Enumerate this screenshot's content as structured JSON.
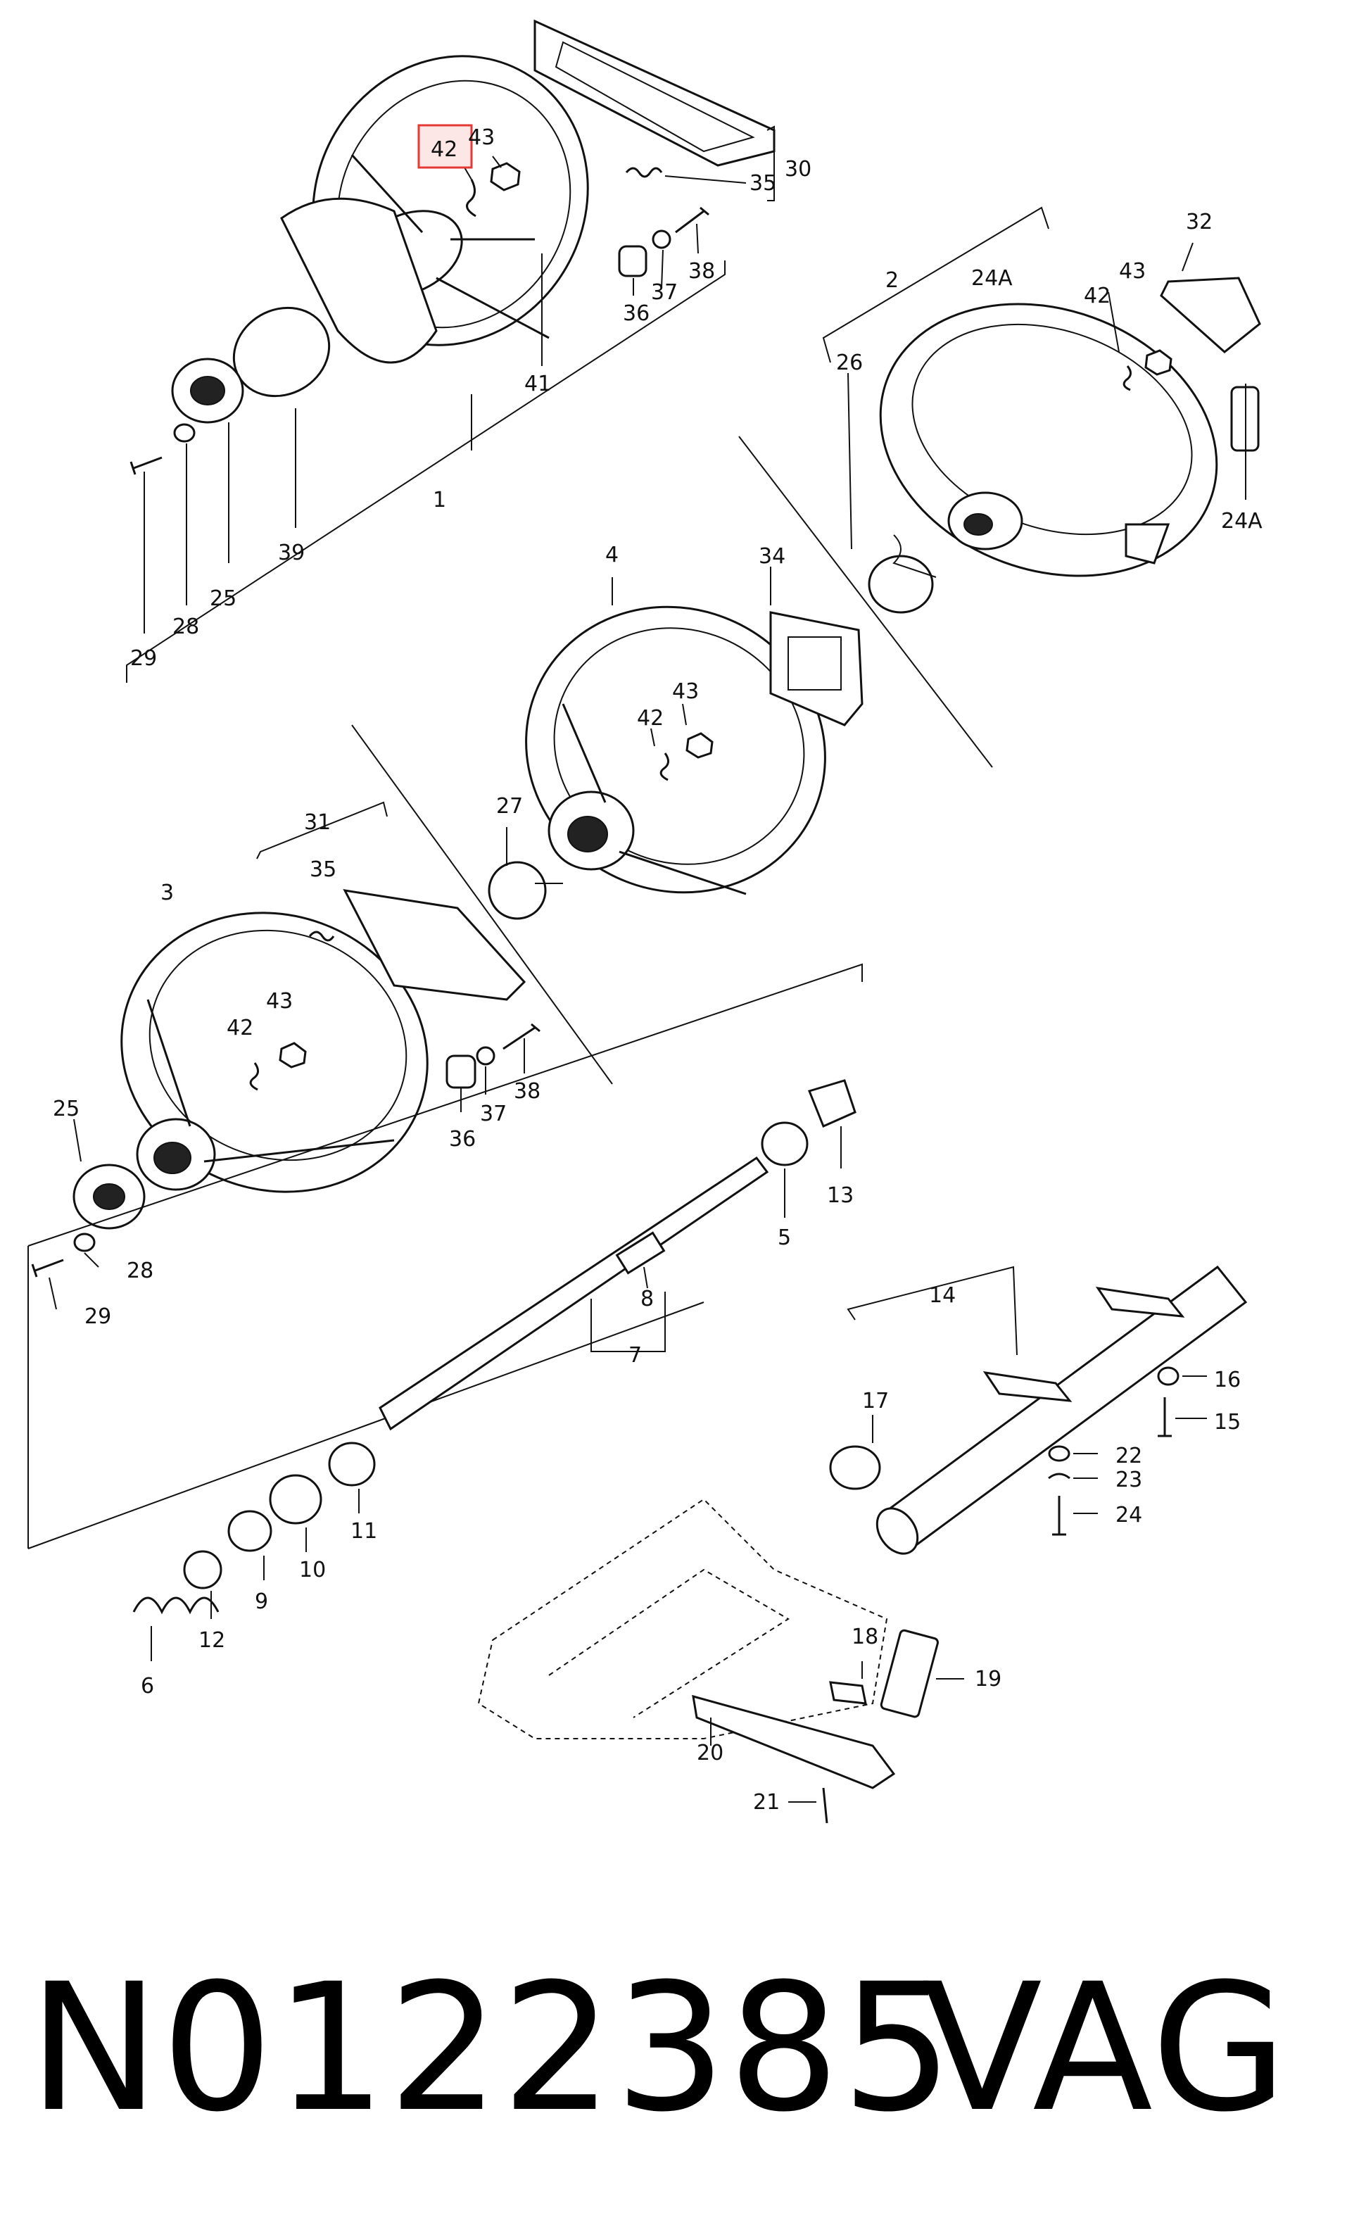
{
  "diagram": {
    "highlight_color": "#e53935",
    "highlighted_part": "42",
    "part_labels": [
      "1",
      "2",
      "3",
      "4",
      "5",
      "6",
      "7",
      "8",
      "9",
      "10",
      "11",
      "12",
      "13",
      "14",
      "15",
      "16",
      "17",
      "18",
      "19",
      "20",
      "21",
      "22",
      "23",
      "24",
      "24A",
      "25",
      "26",
      "27",
      "28",
      "29",
      "30",
      "31",
      "32",
      "34",
      "35",
      "36",
      "37",
      "38",
      "39",
      "41",
      "42",
      "43"
    ],
    "labels": {
      "p42_top": "42",
      "p43_top": "43",
      "p35_top": "35",
      "p30": "30",
      "p36_top": "36",
      "p37_top": "37",
      "p38_top": "38",
      "p41": "41",
      "p1": "1",
      "p39": "39",
      "p25_top": "25",
      "p28_top": "28",
      "p29_top": "29",
      "p2": "2",
      "p24A_a": "24A",
      "p32": "32",
      "p43_r": "43",
      "p42_r": "42",
      "p24A_b": "24A",
      "p26": "26",
      "p4": "4",
      "p34": "34",
      "p43_m": "43",
      "p42_m": "42",
      "p31": "31",
      "p27": "27",
      "p35_m": "35",
      "p3": "3",
      "p43_l": "43",
      "p42_l": "42",
      "p36_m": "36",
      "p37_m": "37",
      "p38_m": "38",
      "p25_l": "25",
      "p28_l": "28",
      "p29_l": "29",
      "p13": "13",
      "p5": "5",
      "p8": "8",
      "p7": "7",
      "p14": "14",
      "p17": "17",
      "p16": "16",
      "p15": "15",
      "p22": "22",
      "p23": "23",
      "p24": "24",
      "p11": "11",
      "p10": "10",
      "p9": "9",
      "p12": "12",
      "p6": "6",
      "p18": "18",
      "p19": "19",
      "p20": "20",
      "p21": "21"
    }
  },
  "footer": {
    "part_number": "N0122385",
    "brand": "VAG"
  }
}
